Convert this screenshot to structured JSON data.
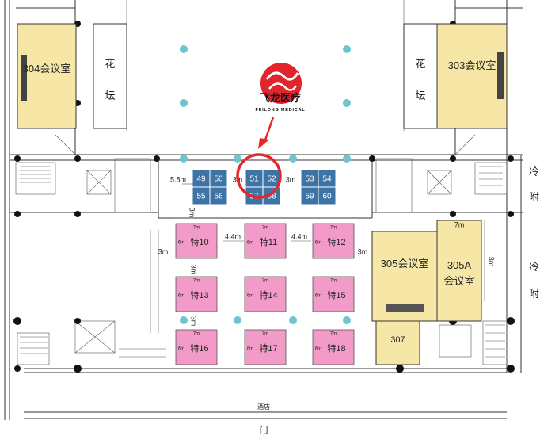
{
  "rooms": {
    "r304": "304会议室",
    "r303": "303会议室",
    "r305": "305会议室",
    "r305a_line1": "305A",
    "r305a_line2": "会议室",
    "r307": "307"
  },
  "planter_left": [
    "花",
    "坛"
  ],
  "planter_right": [
    "花",
    "坛"
  ],
  "logo": {
    "brand_cn": "飞龙医疗",
    "brand_en": "FEILONG MEDICAL"
  },
  "booths_blue": [
    {
      "num": "49"
    },
    {
      "num": "50"
    },
    {
      "num": "51"
    },
    {
      "num": "52"
    },
    {
      "num": "53"
    },
    {
      "num": "54"
    },
    {
      "num": "55"
    },
    {
      "num": "56"
    },
    {
      "num": "57"
    },
    {
      "num": "58"
    },
    {
      "num": "59"
    },
    {
      "num": "60"
    }
  ],
  "booths_special": [
    {
      "label": "特10",
      "w": "7m",
      "h": "6m"
    },
    {
      "label": "特11",
      "w": "7m",
      "h": "6m"
    },
    {
      "label": "特12",
      "w": "7m",
      "h": "6m"
    },
    {
      "label": "特13",
      "w": "7m",
      "h": "6m"
    },
    {
      "label": "特14",
      "w": "7m",
      "h": "6m"
    },
    {
      "label": "特15",
      "w": "7m",
      "h": "6m"
    },
    {
      "label": "特16",
      "w": "7m",
      "h": "6m"
    },
    {
      "label": "特17",
      "w": "7m",
      "h": "6m"
    },
    {
      "label": "特18",
      "w": "7m",
      "h": "6m"
    }
  ],
  "dimensions": {
    "d_58m": "5.8m",
    "d_3m_top1": "3m",
    "d_3m_top2": "3m",
    "d_44m_1": "4.4m",
    "d_44m_2": "4.4m",
    "d_3m_left": "3m",
    "d_3m_right": "3m",
    "d_3m_vert": "3m",
    "d_3m_gap1": "3m",
    "d_3m_gap2": "3m",
    "d_7m_305a": "7m",
    "d_3m_305a": "3m"
  },
  "edge_text": [
    "冷",
    "附",
    "冷",
    "附"
  ],
  "bottom": {
    "hotel": "酒店",
    "door": "门"
  },
  "colors": {
    "meeting_room": "#f7e7a6",
    "booth_blue": "#3e73a6",
    "booth_special": "#f29ac8",
    "pillar_dot": "#6cc5cf",
    "highlight": "#e8262a"
  }
}
